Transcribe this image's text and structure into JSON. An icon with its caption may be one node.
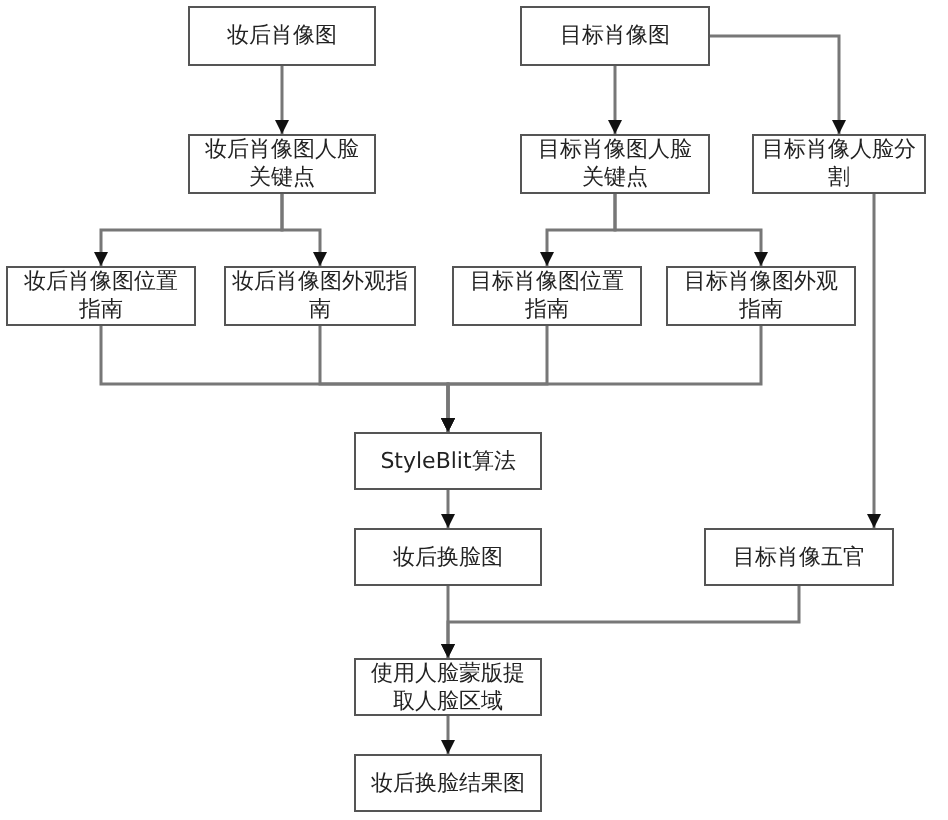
{
  "diagram": {
    "nodes": [
      {
        "text": [
          "妆后肖像图"
        ]
      },
      {
        "text": [
          "目标肖像图"
        ]
      },
      {
        "text": [
          "妆后肖像图人脸关键点"
        ]
      },
      {
        "text": [
          "目标肖像图人脸关键点"
        ]
      },
      {
        "text": [
          "目标肖像人脸分割"
        ]
      },
      {
        "text": [
          "妆后肖像图位置指南"
        ]
      },
      {
        "text": [
          "妆后肖像图外观指南"
        ]
      },
      {
        "text": [
          "目标肖像图位置指南"
        ]
      },
      {
        "text": [
          "目标肖像图外观指南"
        ]
      },
      {
        "text": [
          "StyleBlit算法"
        ]
      },
      {
        "text": [
          "妆后换脸图"
        ]
      },
      {
        "text": [
          "目标肖像五官"
        ]
      },
      {
        "text": [
          "使用人脸蒙版提取人脸区域"
        ]
      },
      {
        "text": [
          "妆后换脸结果图"
        ]
      }
    ],
    "edges": [
      {
        "from": 0,
        "to": 2,
        "arrow": "to"
      },
      {
        "from": 1,
        "to": 3,
        "arrow": "to"
      },
      {
        "from": 1,
        "to": 4,
        "arrow": "to"
      },
      {
        "from": 2,
        "to": 5,
        "arrow": "to"
      },
      {
        "from": 2,
        "to": 6,
        "arrow": "to"
      },
      {
        "from": 3,
        "to": 7,
        "arrow": "to"
      },
      {
        "from": 3,
        "to": 8,
        "arrow": "to"
      },
      {
        "from": 5,
        "to": 9,
        "arrow": "to"
      },
      {
        "from": 6,
        "to": 9,
        "arrow": "to"
      },
      {
        "from": 7,
        "to": 9,
        "arrow": "to"
      },
      {
        "from": 8,
        "to": 9,
        "arrow": "to"
      },
      {
        "from": 9,
        "to": 10,
        "arrow": "to"
      },
      {
        "from": 4,
        "to": 11,
        "arrow": "to"
      },
      {
        "from": 10,
        "to": 12,
        "arrow": "to"
      },
      {
        "from": 11,
        "to": 12,
        "arrow": "to"
      },
      {
        "from": 12,
        "to": 13,
        "arrow": "to"
      }
    ]
  }
}
